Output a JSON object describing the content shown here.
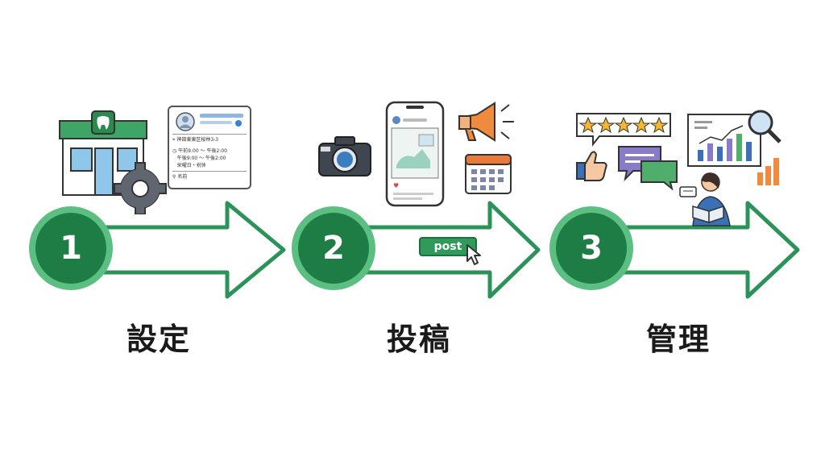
{
  "steps": [
    {
      "number": "1",
      "label": "設定"
    },
    {
      "number": "2",
      "label": "投稿"
    },
    {
      "number": "3",
      "label": "管理"
    }
  ],
  "profile_card": {
    "address": "神田東東区桜林3-3",
    "hours_line1": "午前9:00 ～ 午後2:00",
    "hours_line2": "午後9:00 ～ 午後2:00",
    "holiday": "栄曜日・祝休",
    "name": "名前"
  },
  "post_button": {
    "label": "post"
  },
  "colors": {
    "green_dark": "#1e7d45",
    "green_mid": "#2f9a5a",
    "green_light": "#5cbf82",
    "arrow_stroke": "#2b9358"
  }
}
